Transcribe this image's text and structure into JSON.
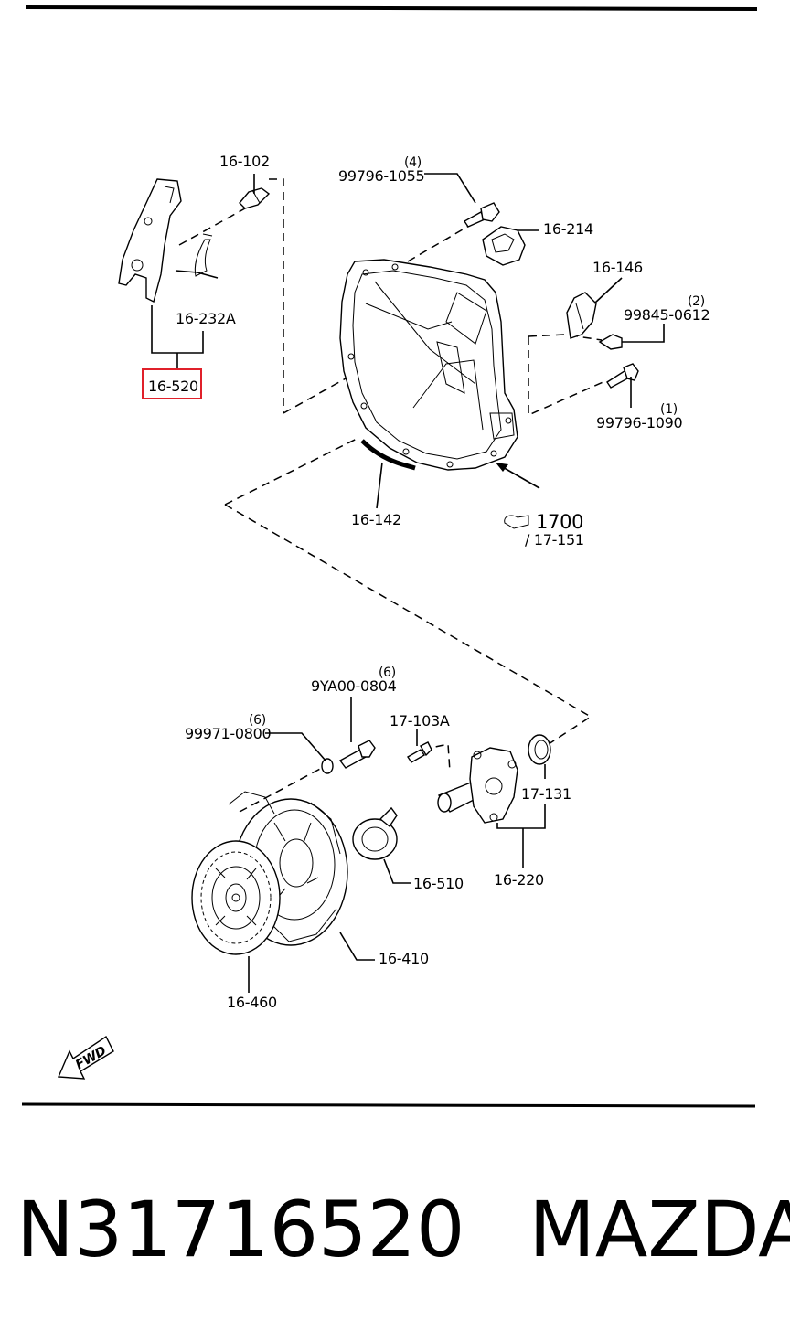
{
  "diagram": {
    "labels": {
      "p16_102": "16-102",
      "p16_232a": "16-232A",
      "p16_520": "16-520",
      "qty_4": "(4)",
      "p99796_1055": "99796-1055",
      "p16_214": "16-214",
      "p16_146": "16-146",
      "qty_2": "(2)",
      "p99845_0612": "99845-0612",
      "qty_1": "(1)",
      "p99796_1090": "99796-1090",
      "p16_142": "16-142",
      "ref_1700": "1700",
      "ref_17_151": "/ 17-151",
      "qty_6a": "(6)",
      "p9ya00_0804": "9YA00-0804",
      "qty_6b": "(6)",
      "p99971_0800": "99971-0800",
      "p17_103a": "17-103A",
      "p17_131": "17-131",
      "p16_220": "16-220",
      "p16_510": "16-510",
      "p16_410": "16-410",
      "p16_460": "16-460",
      "fwd": "FWD"
    },
    "highlight_color": "#e0202a"
  },
  "footer": {
    "part_number": "N31716520",
    "brand": "MAZDA"
  }
}
